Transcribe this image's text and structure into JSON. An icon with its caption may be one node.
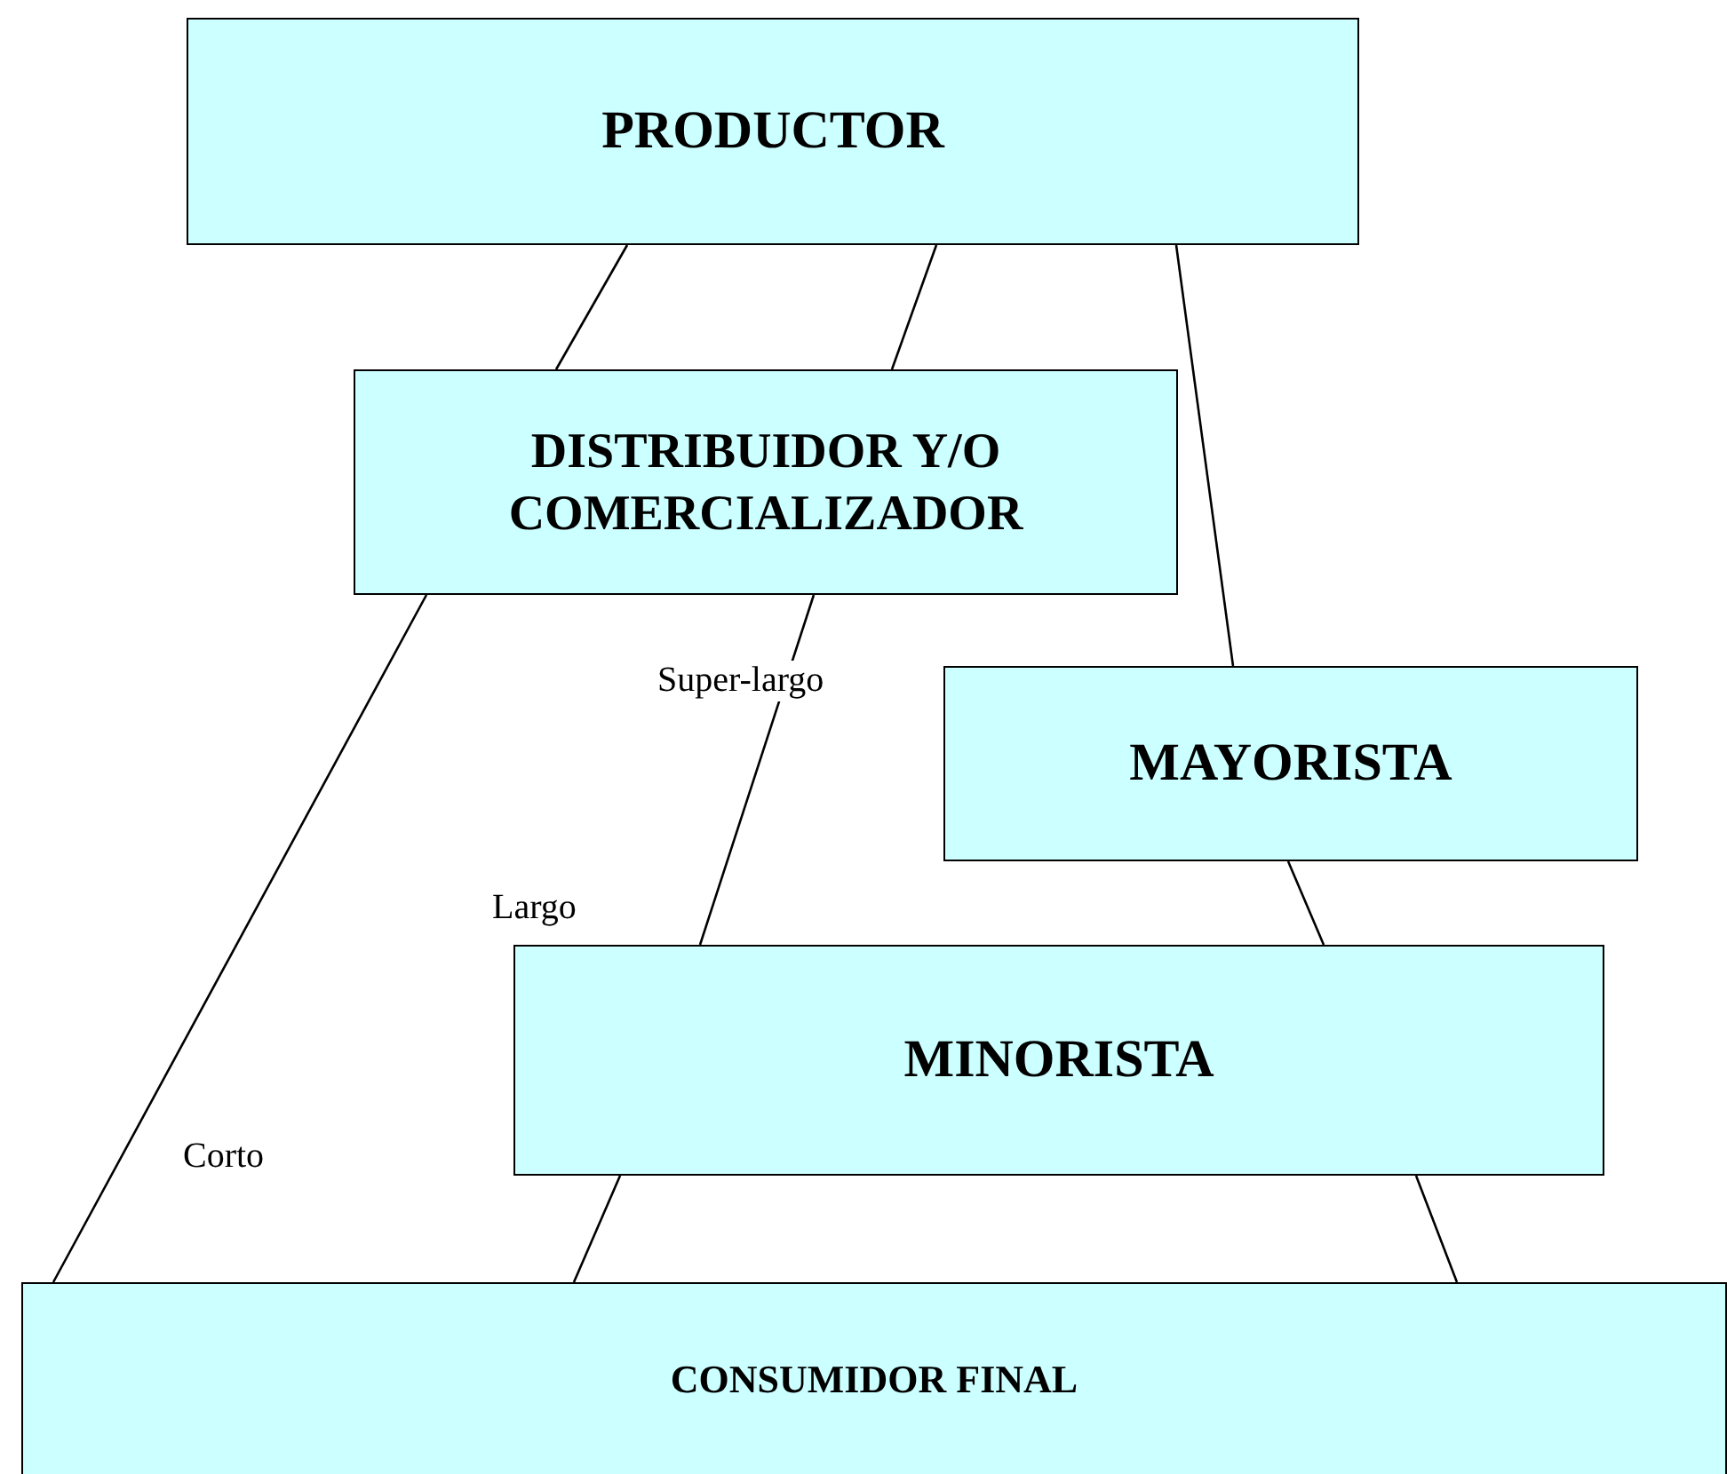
{
  "diagram": {
    "nodes": [
      {
        "text": [
          "PRODUCTOR"
        ]
      },
      {
        "text": [
          "DISTRIBUIDOR Y/O COMERCIALIZADOR"
        ]
      },
      {
        "text": [
          "MAYORISTA"
        ]
      },
      {
        "text": [
          "MINORISTA"
        ]
      },
      {
        "text": [
          "CONSUMIDOR FINAL"
        ]
      }
    ],
    "edges": [
      {
        "from": 0,
        "to": 1,
        "arrow": "none"
      },
      {
        "from": 0,
        "to": 1,
        "arrow": "none"
      },
      {
        "from": 0,
        "to": 2,
        "arrow": "none"
      },
      {
        "from": 1,
        "to": 4,
        "arrow": "none"
      },
      {
        "from": 1,
        "to": 3,
        "arrow": "none"
      },
      {
        "from": 2,
        "to": 3,
        "arrow": "none"
      },
      {
        "from": 3,
        "to": 4,
        "arrow": "none"
      },
      {
        "from": 3,
        "to": 4,
        "arrow": "none"
      }
    ],
    "labels": [
      "Super-largo",
      "Largo",
      "Corto"
    ]
  }
}
